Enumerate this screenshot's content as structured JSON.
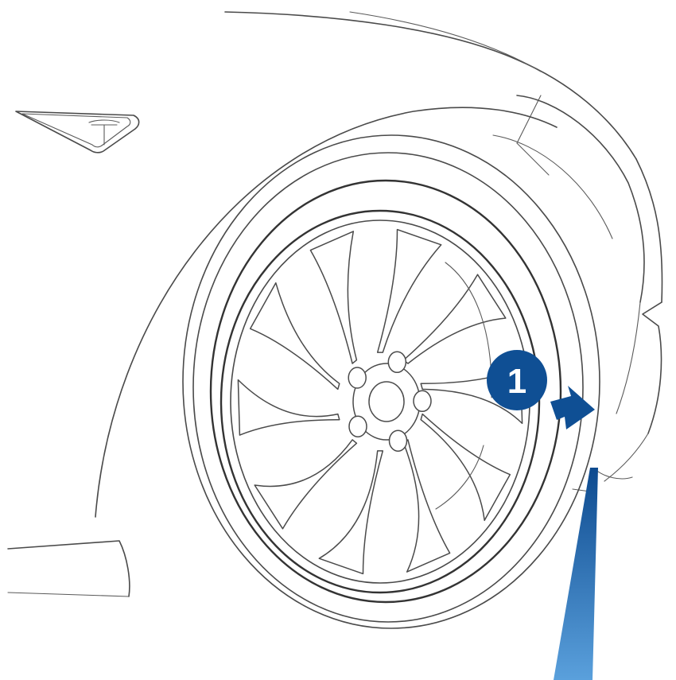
{
  "callout": {
    "number": "1",
    "badge_color": "#0f4f94",
    "arrow_color": "#0f4f94"
  },
  "pointer": {
    "color_top": "#0d4a8f",
    "color_bottom": "#5aa0dc"
  },
  "emblem": {
    "letter": "T"
  },
  "wheel": {
    "spoke_count": 10,
    "lug_count": 5
  }
}
